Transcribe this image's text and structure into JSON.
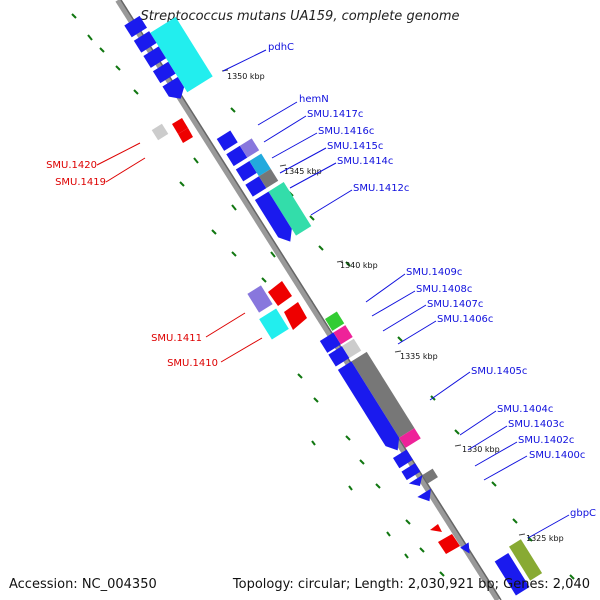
{
  "title": "Streptococcus mutans UA159, complete genome",
  "footer": {
    "accession": "Accession: NC_004350",
    "summary": "Topology: circular; Length: 2,030,921 bp; Genes: 2,040"
  },
  "scale_labels": [
    "1350 kbp",
    "1345 kbp",
    "1340 kbp",
    "1335 kbp",
    "1330 kbp",
    "1325 kbp"
  ],
  "gene_labels_plus": [
    "SMU.1420",
    "SMU.1419",
    "SMU.1411",
    "SMU.1410"
  ],
  "gene_labels_minus": [
    "pdhC",
    "hemN",
    "SMU.1417c",
    "SMU.1416c",
    "SMU.1415c",
    "SMU.1414c",
    "SMU.1412c",
    "SMU.1409c",
    "SMU.1408c",
    "SMU.1407c",
    "SMU.1406c",
    "SMU.1405c",
    "SMU.1404c",
    "SMU.1403c",
    "SMU.1402c",
    "SMU.1400c",
    "gbpC"
  ],
  "colors": {
    "backbone": "#999999",
    "plus_label": "#dd0000",
    "minus_label": "#1010dd",
    "gene_plus": "#ee0000",
    "gene_minus": "#1a1aee",
    "cyan": "#22eeee",
    "green": "#33cc33",
    "teal": "#33ddaa",
    "gray": "#777777",
    "light_gray": "#cccccc",
    "pink": "#ee2299",
    "purple": "#8877dd",
    "olive": "#88aa33",
    "dots": "#117711"
  }
}
